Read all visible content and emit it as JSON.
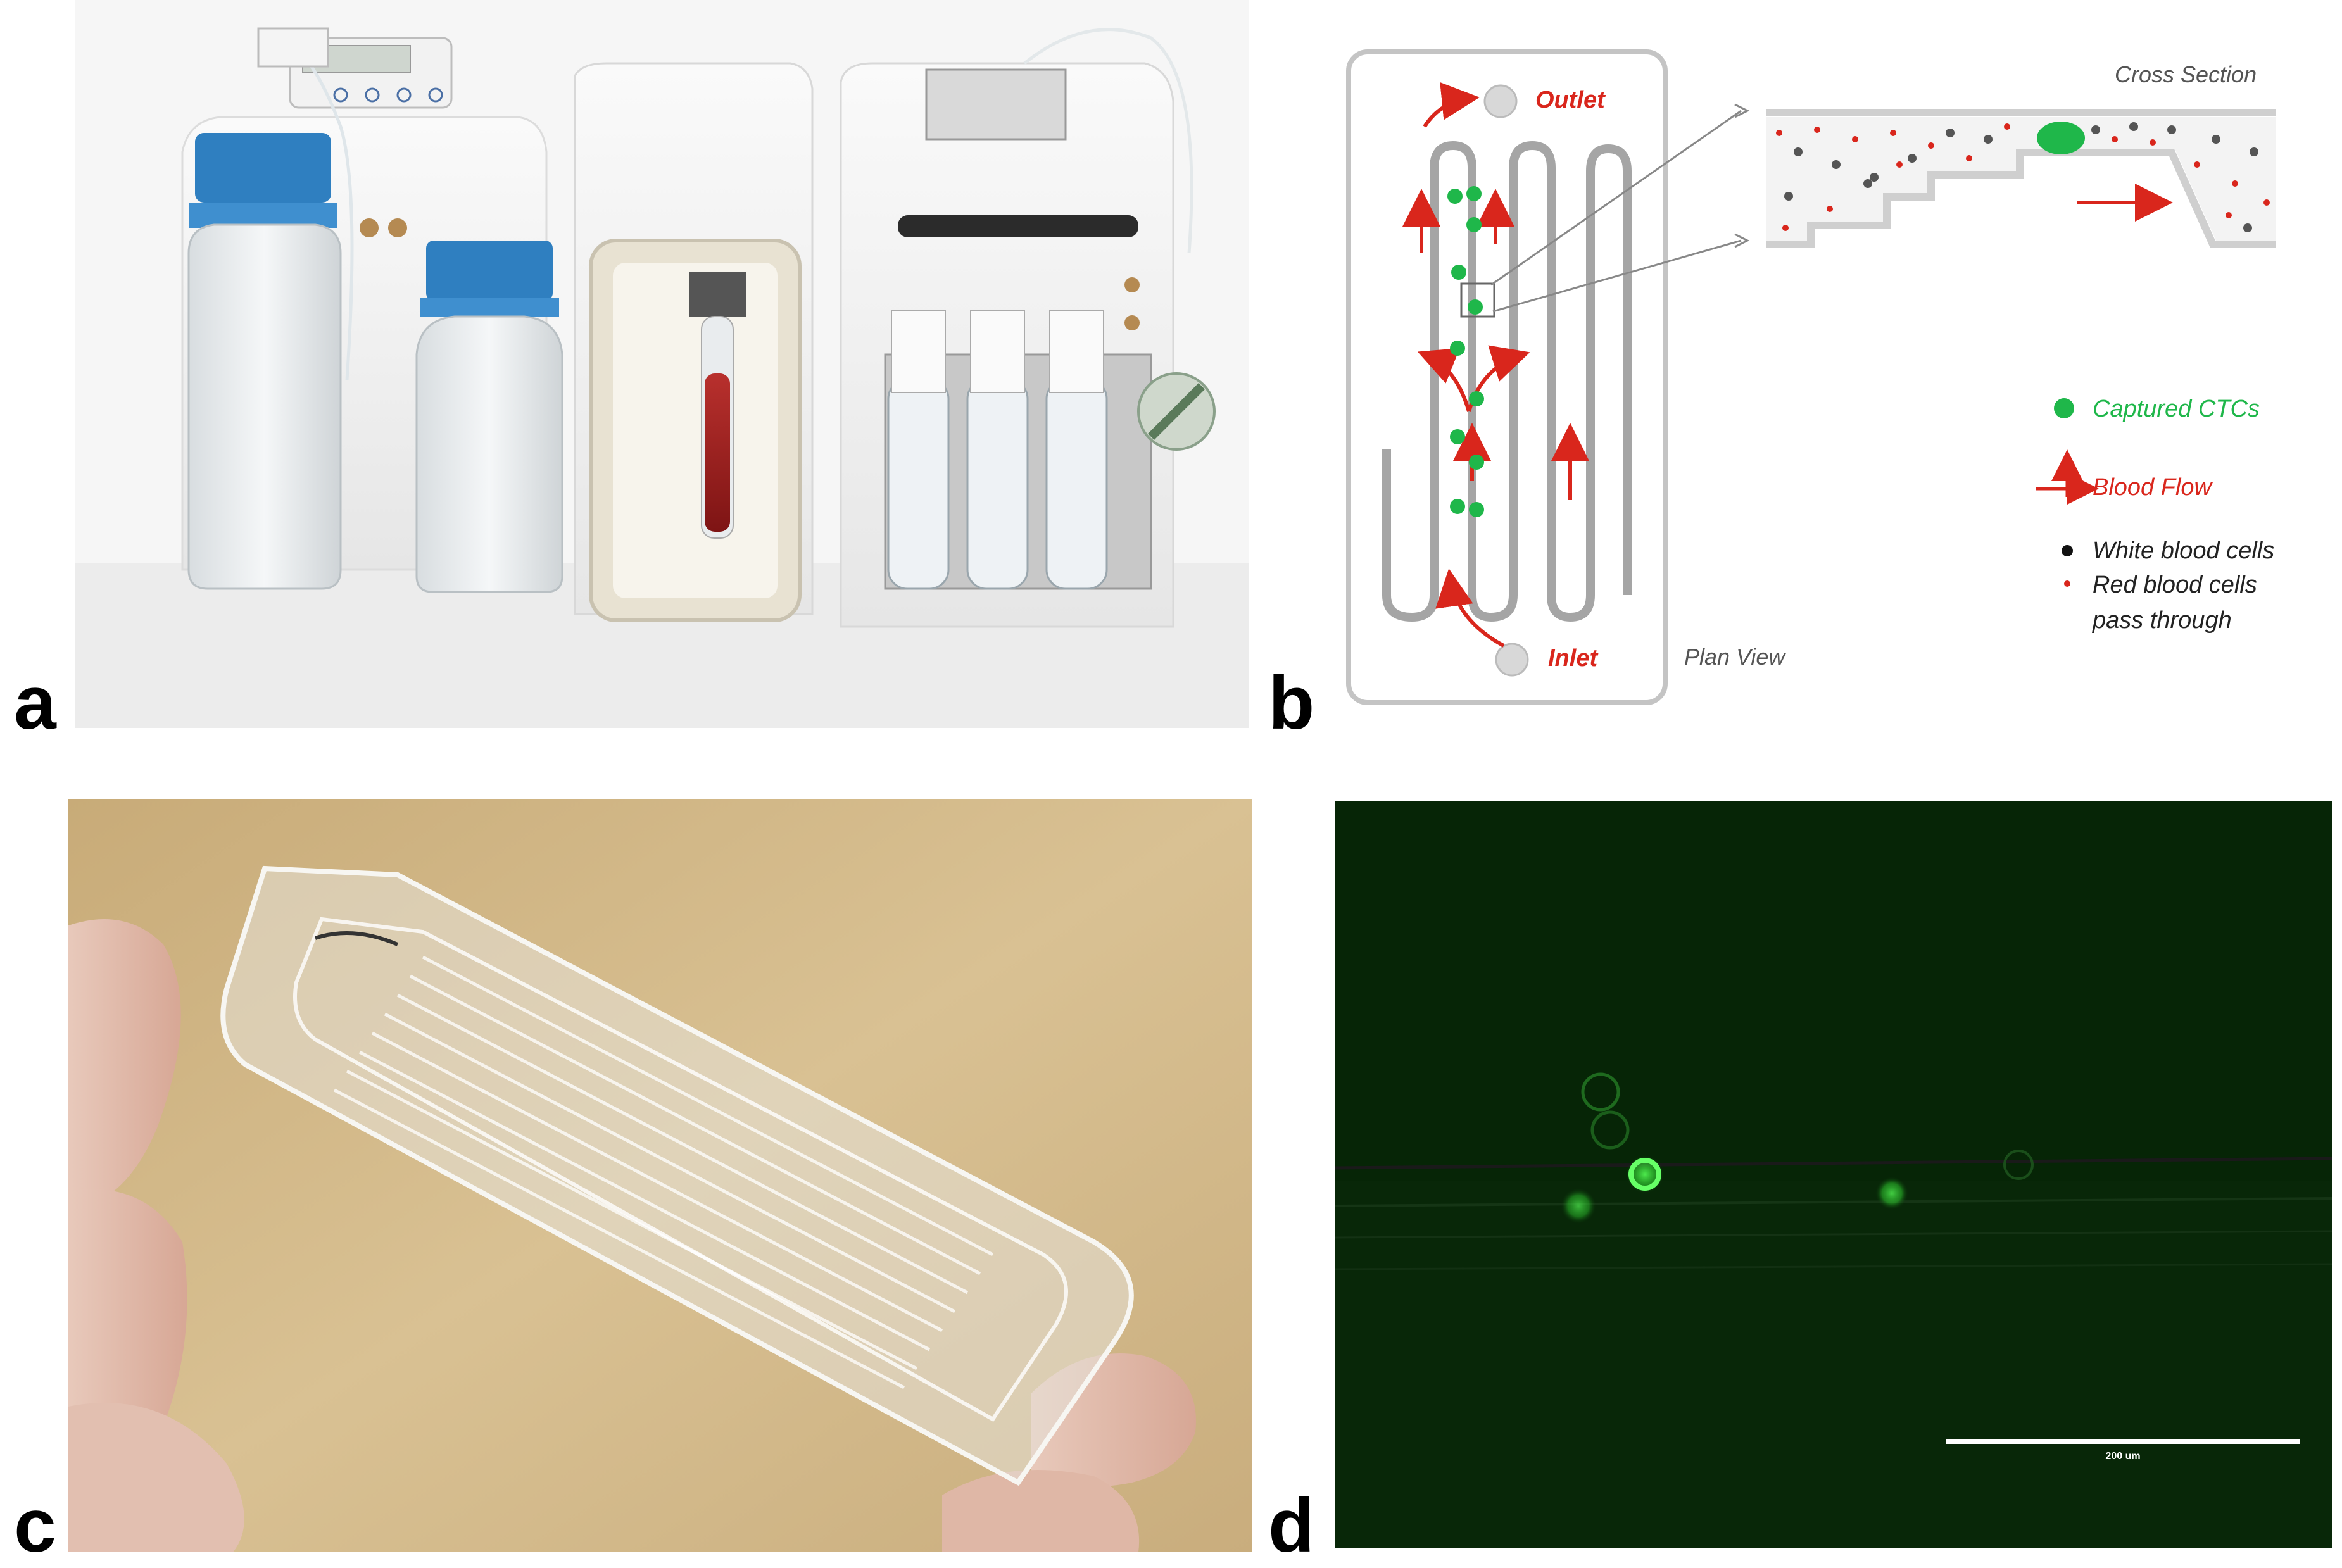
{
  "panels": {
    "a": {
      "letter": "a"
    },
    "b": {
      "letter": "b",
      "outlet": "Outlet",
      "inlet": "Inlet",
      "plan_view": "Plan View",
      "cross_section": "Cross Section",
      "legend": {
        "captured": "Captured CTCs",
        "blood_flow": "Blood Flow",
        "white_cells": "White blood cells",
        "red_cells_1": "Red blood cells",
        "red_cells_2": "pass through"
      }
    },
    "c": {
      "letter": "c"
    },
    "d": {
      "letter": "d",
      "scale_bar": "200 um"
    }
  },
  "colors": {
    "cell_green": "#1fb74a",
    "flow_red": "#d9261c",
    "channel_gray": "#a5a5a5",
    "fluorescence": "#3cff3c"
  }
}
